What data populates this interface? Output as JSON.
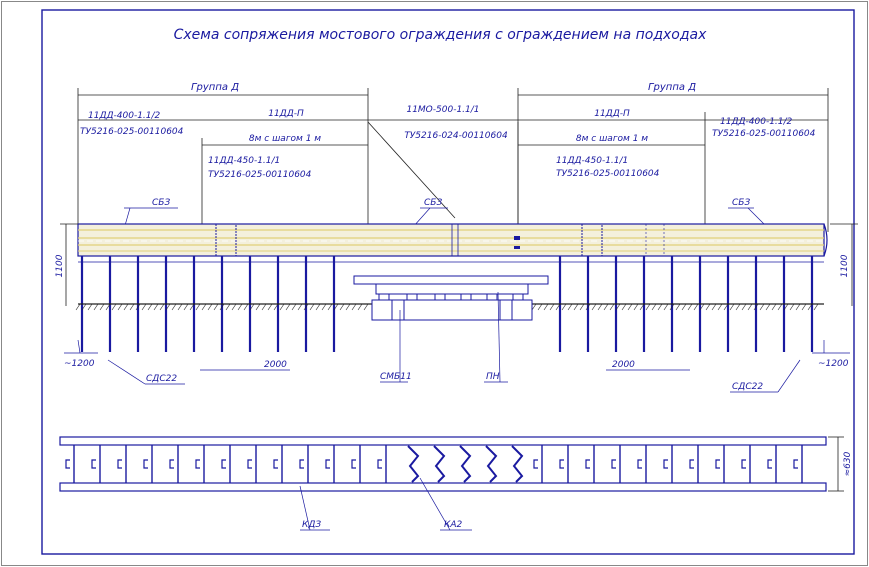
{
  "title": "Схема сопряжения мостового ограждения с ограждением на подходах",
  "colors": {
    "line": "#1a1aa0",
    "dim": "#222222",
    "rail_fill": "#f4f0dc",
    "rail_stripe": "#e0cf7a",
    "highlight": "#d02020"
  },
  "groups": {
    "left": "Группа Д",
    "right": "Группа Д"
  },
  "top_labels": {
    "left_type": "11ДД-400-1.1/2",
    "left_tu": "ТУ5216-025-00110604",
    "left_p": "11ДД-П",
    "step_left": "8м с шагом 1 м",
    "left_450": "11ДД-450-1.1/1",
    "left_450_tu": "ТУ5216-025-00110604",
    "center_type": "11МО-500-1.1/1",
    "center_tu": "ТУ5216-024-00110604",
    "right_p": "11ДД-П",
    "step_right": "8м с шагом 1 м",
    "right_450": "11ДД-450-1.1/1",
    "right_450_tu": "ТУ5216-025-00110604",
    "right_type": "11ДД-400-1.1/2",
    "right_tu": "ТУ5216-025-00110604"
  },
  "rail_labels": {
    "sbz_left": "СБЗ",
    "sbz_center": "СБЗ",
    "sbz_right": "СБЗ"
  },
  "height_left": "1100",
  "height_right": "1100",
  "bottom_labels": {
    "depth_left": "~1200",
    "depth_right": "~1200",
    "post_left": "СДС22",
    "post_right": "СДС22",
    "spacing_left": "2000",
    "spacing_right": "2000",
    "smb": "СМБ11",
    "pn": "ПН"
  },
  "plan_labels": {
    "kdz": "КДЗ",
    "ka2": "КА2",
    "width": "≈630"
  }
}
